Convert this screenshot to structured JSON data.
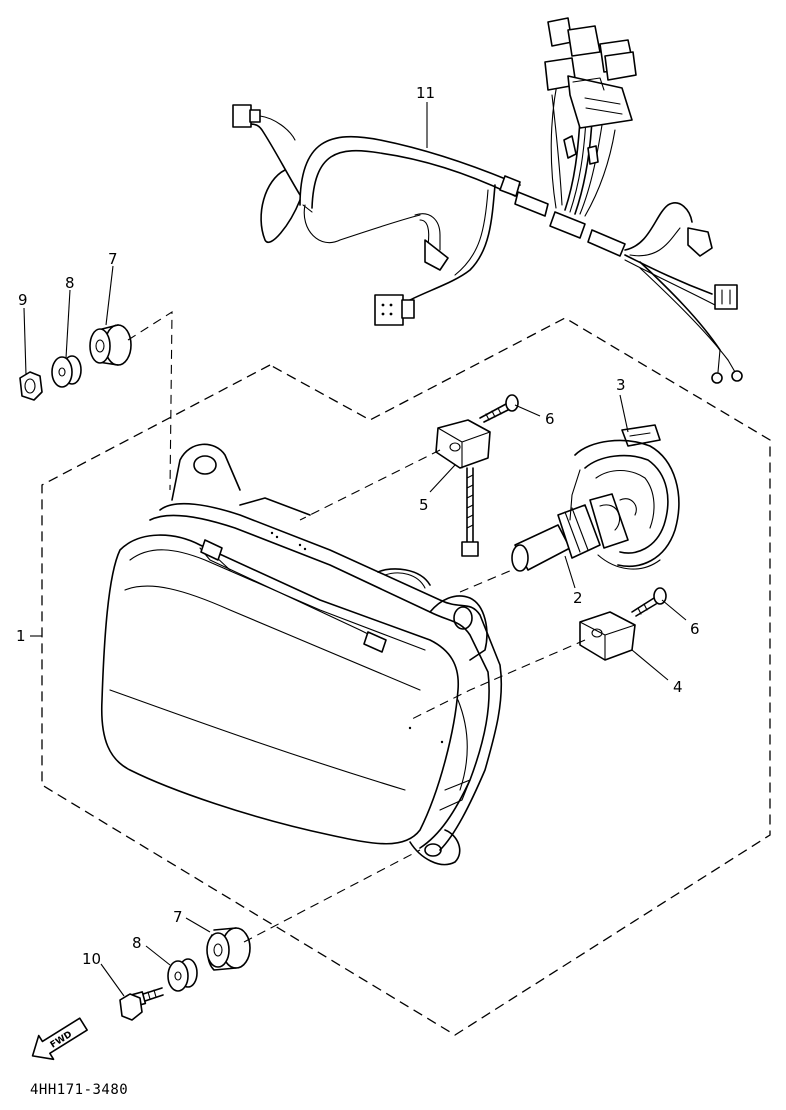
{
  "diagram": {
    "code": "4HH171-3480",
    "fwd_label": "FWD",
    "callouts": {
      "c1": "1",
      "c2": "2",
      "c3": "3",
      "c4": "4",
      "c5": "5",
      "c6a": "6",
      "c6b": "6",
      "c7a": "7",
      "c7b": "7",
      "c8a": "8",
      "c8b": "8",
      "c9": "9",
      "c10": "10",
      "c11": "11"
    }
  }
}
